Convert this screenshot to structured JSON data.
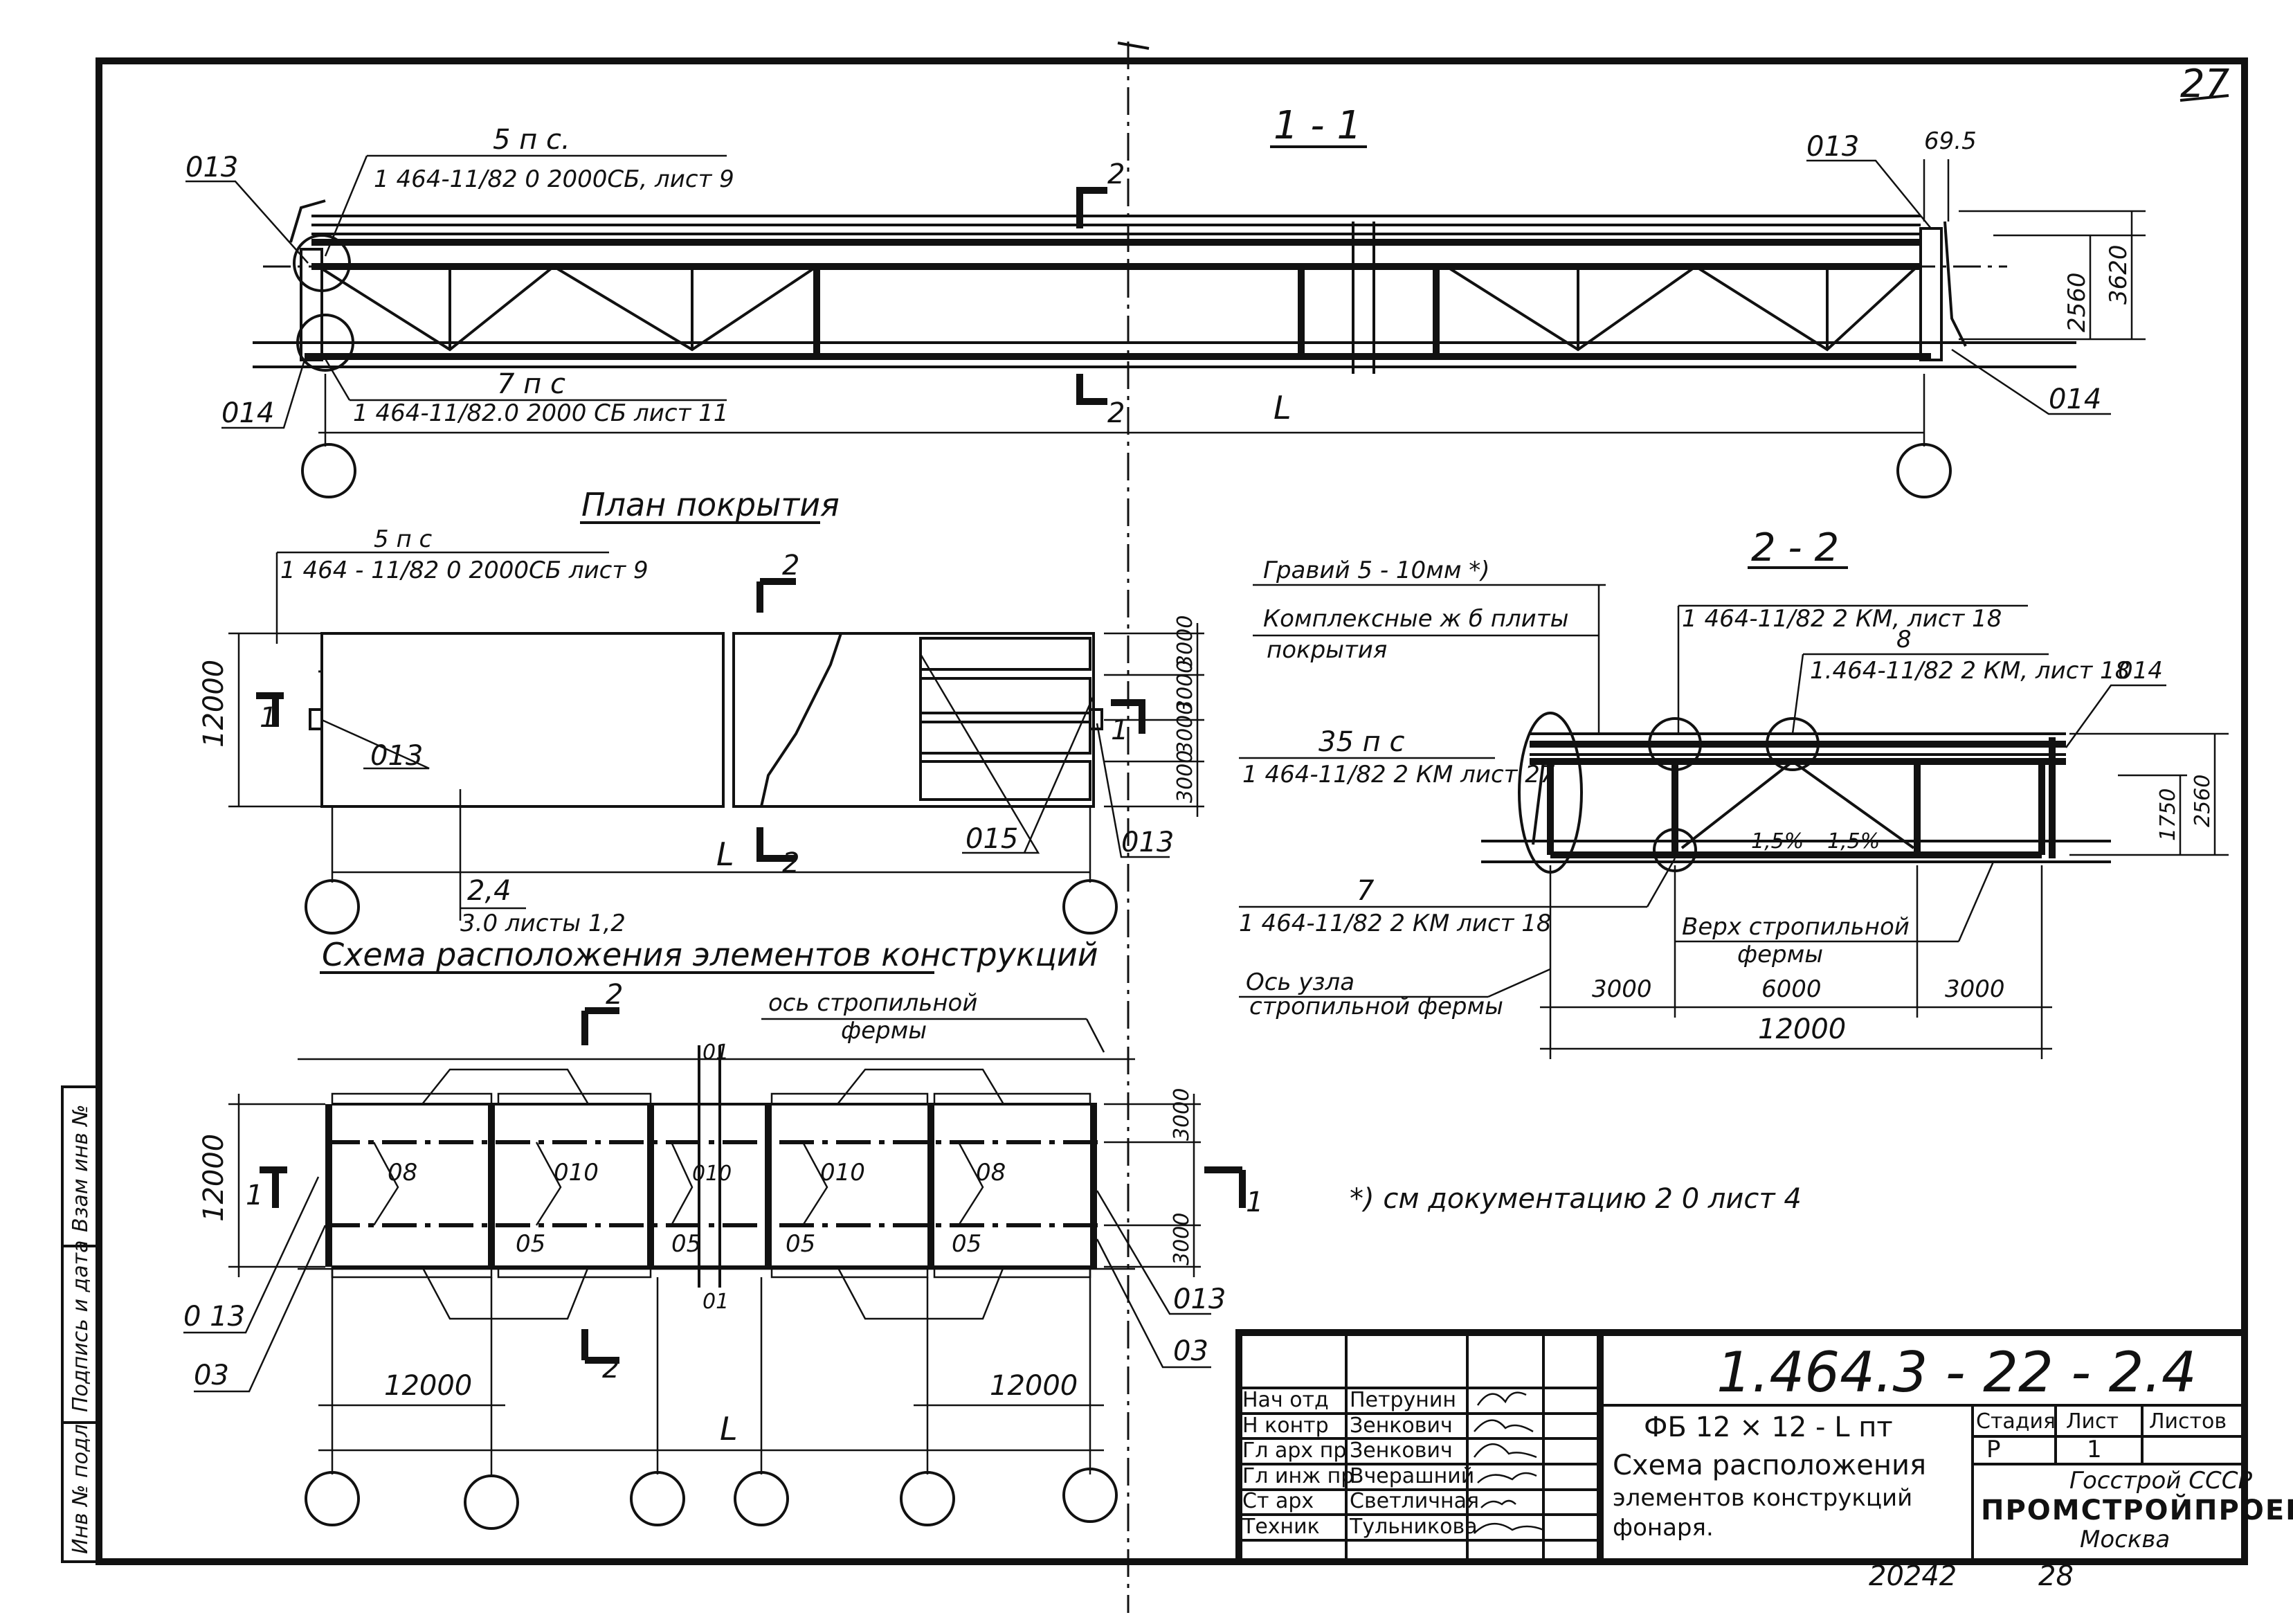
{
  "sheet_number_top": "27",
  "section_1_1": {
    "title": "1 - 1",
    "item_5pc": "5 п с.",
    "ref_5pc": "1 464-11/82 0 2000СБ, лист 9",
    "item_7pc": "7 п с",
    "ref_7pc": "1 464-11/82.0  2000 СБ   лист 11",
    "label_013_left": "013",
    "label_014_left": "014",
    "label_013_right": "013",
    "label_014_right": "014",
    "span_label": "L",
    "dim_695": "69.5",
    "dim_2560": "2560",
    "dim_3620": "3620",
    "cut_2_top": "2",
    "cut_2_bottom": "2"
  },
  "roof_plan": {
    "title": "План покрытия",
    "item_5pc": "5 п с",
    "ref_5pc": "1 464 - 11/82 0  2000СБ лист 9",
    "dim_12000": "12000",
    "label_013_left": "013",
    "label_013_right": "013",
    "label_015": "015",
    "dims_right": [
      "3000",
      "3000",
      "3000",
      "3000"
    ],
    "span_label": "L",
    "ref_24": "2,4",
    "ref_sheets": "3.0 листы 1,2",
    "cut_1": "1",
    "cut_2": "2"
  },
  "element_scheme": {
    "title": "Схема расположения элементов конструкций",
    "truss_axis_1": "ось стропильной",
    "truss_axis_2": "фермы",
    "dim_12000": "12000",
    "dims_right": [
      "3000",
      "3000"
    ],
    "label_01": "01",
    "labels_panel": [
      "08",
      "010",
      "010",
      "010",
      "08"
    ],
    "labels_05": [
      "05",
      "05",
      "05",
      "05"
    ],
    "label_013_left": "0 13",
    "label_03_left": "03",
    "label_013_right": "013",
    "label_03_right": "03",
    "dim_bay_left": "12000",
    "dim_bay_right": "12000",
    "span_label": "L",
    "cut_1": "1",
    "cut_2": "2"
  },
  "section_2_2": {
    "title": "2 - 2",
    "gravel": "Гравий  5 - 10мм *)",
    "slabs_1": "Комплексные ж б плиты",
    "slabs_2": "покрытия",
    "ref_top_1": "1 464-11/82  2  КМ, лист 18",
    "item_8": "8",
    "ref_top_2": "1.464-11/82  2  КМ, лист 18",
    "label_014": "014",
    "item_35pc": "35 п с",
    "ref_35pc": "1 464-11/82 2 КМ лист 27",
    "dim_1750": "1750",
    "dim_2560": "2560",
    "slope_left": "1,5%",
    "slope_right": "1,5%",
    "item_7": "7",
    "ref_7": "1 464-11/82 2  КМ лист 18",
    "truss_top_1": "Верх стропильной",
    "truss_top_2": "фермы",
    "node_axis_1": "Ось узла",
    "node_axis_2": "стропильной фермы",
    "dims_bottom": [
      "3000",
      "6000",
      "3000"
    ],
    "dim_total": "12000"
  },
  "footnote": "*) см  документацию  2 0  лист 4",
  "side_stamp": [
    "Инв № подл",
    "Подпись и дата",
    "Взам инв №"
  ],
  "title_block": {
    "code": "1.464.3 - 22 - 2.4",
    "roles": [
      "Нач отд",
      "Н контр",
      "Гл арх пр",
      "Гл инж пр",
      "Ст арх",
      "Техник"
    ],
    "names": [
      "Петрунин",
      "Зенкович",
      "Зенкович",
      "Вчерашний",
      "Светличная",
      "Тульникова"
    ],
    "designation": "ФБ 12 × 12 - L пт",
    "description_1": "Схема расположения",
    "description_2": "элементов конструкций",
    "description_3": "фонаря.",
    "stage_header": "Стадия",
    "sheet_header": "Лист",
    "sheets_header": "Листов",
    "stage": "Р",
    "sheet": "1",
    "org_1": "Госстрой СССР",
    "org_2": "ПРОМСТРОЙПРОЕКТ",
    "org_3": "Москва"
  },
  "bottom_number": "20242",
  "bottom_page": "28"
}
